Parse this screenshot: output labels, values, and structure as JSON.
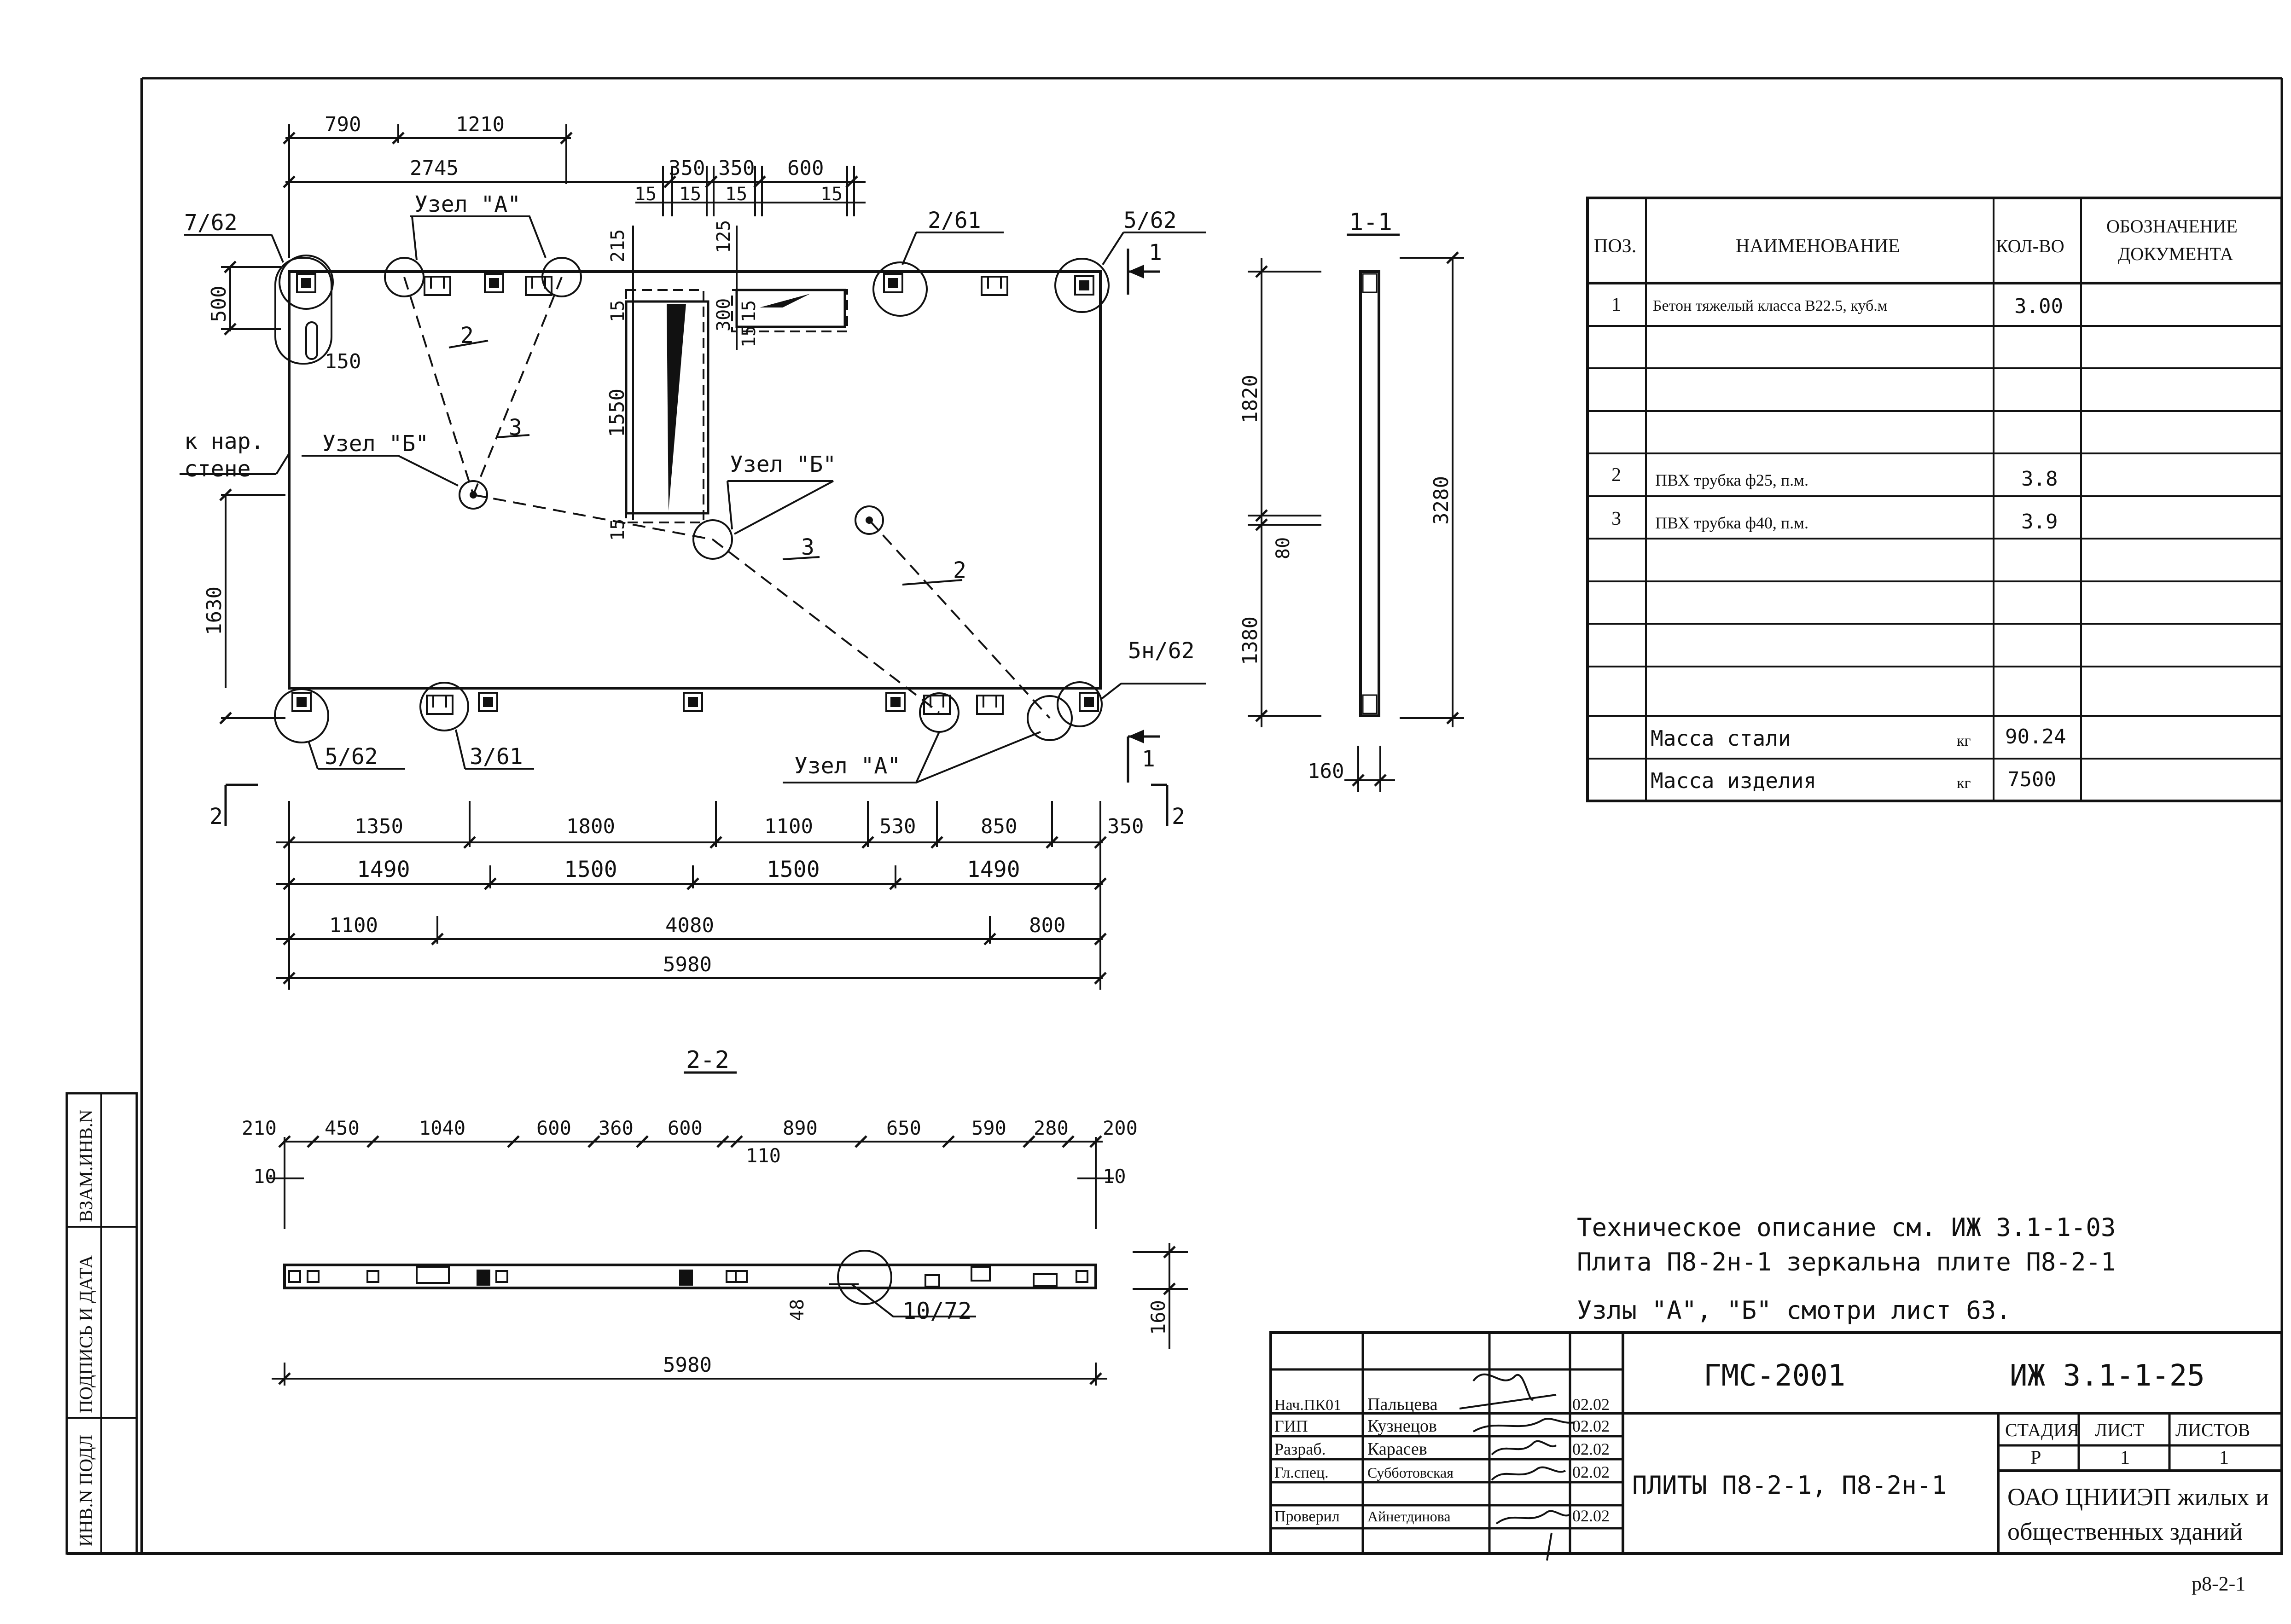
{
  "section_labels": {
    "s11": "1-1",
    "s22": "2-2"
  },
  "cut_markers": {
    "c1": "1",
    "c2": "2"
  },
  "plan_dims": {
    "top1": [
      "790",
      "1210"
    ],
    "top2": "2745",
    "top3": [
      "350",
      "350",
      "600"
    ],
    "fifteens": "15",
    "opening_h": [
      "215",
      "125",
      "300",
      "1550"
    ],
    "left_h": [
      "500",
      "150",
      "1630"
    ],
    "bottom_row1": [
      "1350",
      "1800",
      "1100",
      "530",
      "850",
      "350"
    ],
    "bottom_row2": [
      "1490",
      "1500",
      "1500",
      "1490"
    ],
    "bottom_row3": [
      "1100",
      "4080",
      "800"
    ],
    "bottom_total": "5980"
  },
  "plan_labels": {
    "n762": "7/62",
    "n261": "2/61",
    "n562a": "5/62",
    "n562b": "5/62",
    "n361": "3/61",
    "n5n62": "5н/62",
    "uzelA": "Узел \"А\"",
    "uzelB": "Узел \"Б\"",
    "pipe2": "2",
    "pipe3": "3",
    "naruzh1": "к нар.",
    "naruzh2": "стене"
  },
  "section11_dims": [
    "1820",
    "80",
    "1380",
    "3280",
    "160"
  ],
  "section22": {
    "dims": [
      "210",
      "450",
      "1040",
      "600",
      "360",
      "600",
      "890",
      "650",
      "590",
      "280",
      "200"
    ],
    "small": [
      "10",
      "110",
      "10"
    ],
    "node": "10/72",
    "h48": "48",
    "h160": "160",
    "total": "5980"
  },
  "spec_table": {
    "headers": [
      "ПОЗ.",
      "НАИМЕНОВАНИЕ",
      "КОЛ-ВО",
      "ОБОЗНАЧЕНИЕ",
      "ДОКУМЕНТА"
    ],
    "rows": [
      {
        "pos": "1",
        "name": "Бетон тяжелый класса В22.5, куб.м",
        "qty": "3.00"
      },
      {
        "pos": "2",
        "name": "ПВХ трубка ф25, п.м.",
        "qty": "3.8"
      },
      {
        "pos": "3",
        "name": "ПВХ трубка ф40, п.м.",
        "qty": "3.9"
      }
    ],
    "mass_steel": {
      "label": "Масса стали",
      "unit": "кг",
      "value": "90.24"
    },
    "mass_item": {
      "label": "Масса изделия",
      "unit": "кг",
      "value": "7500"
    }
  },
  "notes": [
    "Техническое описание   см. ИЖ 3.1-1-03",
    "Плита П8-2н-1 зеркальна плите П8-2-1",
    "Узлы \"А\", \"Б\" смотри лист 63."
  ],
  "title_block": {
    "org_code": "ГМС-2001",
    "doc_code": "ИЖ 3.1-1-25",
    "title": "ПЛИТЫ П8-2-1, П8-2н-1",
    "stage_headers": [
      "СТАДИЯ",
      "ЛИСТ",
      "ЛИСТОВ"
    ],
    "stage_values": [
      "Р",
      "1",
      "1"
    ],
    "company1": "ОАО ЦНИИЭП жилых и",
    "company2": "общественных зданий",
    "people": [
      {
        "role": "Нач.ПК01",
        "name": "Пальцева",
        "date": "02.02"
      },
      {
        "role": "ГИП",
        "name": "Кузнецов",
        "date": "02.02"
      },
      {
        "role": "Разраб.",
        "name": "Карасев",
        "date": "02.02"
      },
      {
        "role": "Гл.спец.",
        "name": "Субботовская",
        "date": "02.02"
      },
      {
        "role": "Проверил",
        "name": "Айнетдинова",
        "date": "02.02"
      }
    ]
  },
  "margin_stamp": [
    "ИНВ.N ПОДЛ",
    "ПОДПИСЬ И ДАТА",
    "ВЗАМ.ИНВ.N"
  ],
  "sheet_id": "р8-2-1"
}
